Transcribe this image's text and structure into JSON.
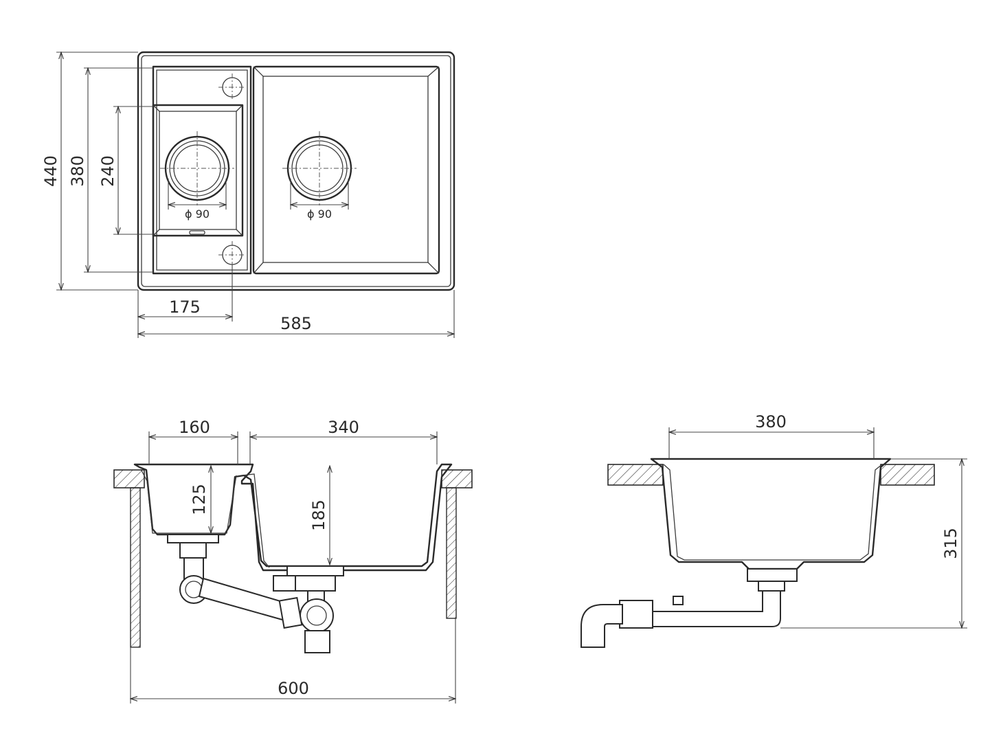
{
  "top_view": {
    "dim_total_height": "440",
    "dim_inner_height": "380",
    "dim_small_bowl_height": "240",
    "dim_small_bowl_width": "175",
    "dim_total_width": "585",
    "drain_left_label": "ϕ 90",
    "drain_right_label": "ϕ 90"
  },
  "front_section": {
    "dim_small_bowl_width": "160",
    "dim_large_bowl_width": "340",
    "dim_small_bowl_depth": "125",
    "dim_large_bowl_depth": "185",
    "dim_cabinet_width": "600"
  },
  "side_section": {
    "dim_bowl_width": "380",
    "dim_total_depth": "315"
  }
}
